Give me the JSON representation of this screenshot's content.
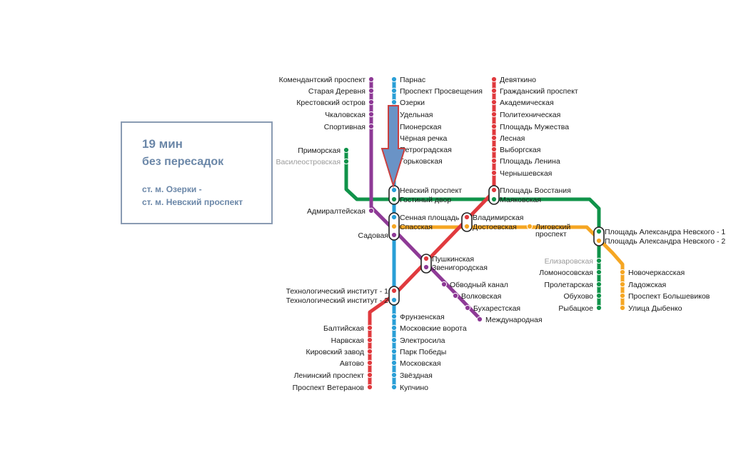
{
  "info": {
    "time": "19 мин",
    "transfers": "без пересадок",
    "from": "ст. м. Озерки -",
    "to": "ст. м. Невский проспект"
  },
  "colors": {
    "line1": "#e03a3e",
    "line2": "#2a9fd6",
    "line3": "#10934a",
    "line4": "#f5a623",
    "line5": "#8e3a96",
    "arrow_fill": "#6a93c6",
    "arrow_stroke": "#c94040"
  },
  "stations": {
    "komendantsky": "Комендантский проспект",
    "staraya_derevnya": "Старая Деревня",
    "krestovsky": "Крестовский остров",
    "chkalovskaya": "Чкаловская",
    "sportivnaya": "Спортивная",
    "admiralteyskaya": "Адмиралтейская",
    "sadovaya": "Садовая",
    "zvenigorodskaya": "Звенигородская",
    "obvodny": "Обводный канал",
    "volkovskaya": "Волковская",
    "bukharestskaya": "Бухарестская",
    "mezhdunarodnaya": "Международная",
    "parnas": "Парнас",
    "prosvescheniya": "Проспект Просвещения",
    "ozerki": "Озерки",
    "udelnaya": "Удельная",
    "pionerskaya": "Пионерская",
    "chernaya_rechka": "Чёрная речка",
    "petrogradskaya": "Петроградская",
    "gorkovskaya": "Горьковская",
    "nevsky": "Невский проспект",
    "sennaya": "Сенная площадь",
    "tekhnolog2": "Технологический институт - 2",
    "frunzenskaya": "Фрунзенская",
    "moskovskie_vorota": "Московские ворота",
    "elektrosila": "Электросила",
    "park_pobedy": "Парк Победы",
    "moskovskaya": "Московская",
    "zvezdnaya": "Звёздная",
    "kupchino": "Купчино",
    "devyatkino": "Девяткино",
    "grazhdansky": "Гражданский проспект",
    "akademicheskaya": "Академическая",
    "politekhnicheskaya": "Политехническая",
    "muzhestva": "Площадь Мужества",
    "lesnaya": "Лесная",
    "vyborgskaya": "Выборгская",
    "lenina": "Площадь Ленина",
    "chernyshevskaya": "Чернышевская",
    "vosstaniya": "Площадь Восстания",
    "vladimirskaya": "Владимирская",
    "pushkinskaya": "Пушкинская",
    "tekhnolog1": "Технологический институт - 1",
    "baltiyskaya": "Балтийская",
    "narvskaya": "Нарвская",
    "kirovsky_zavod": "Кировский завод",
    "avtovo": "Автово",
    "leninsky": "Ленинский проспект",
    "veteranov": "Проспект Ветеранов",
    "primorskaya": "Приморская",
    "vasileostrovskaya": "Василеостровская",
    "gostiny": "Гостиный двор",
    "mayakovskaya": "Маяковская",
    "nevsky1": "Площадь Александра Невского - 1",
    "elizarovskaya": "Елизаровская",
    "lomonosovskaya": "Ломоносовская",
    "proletarskaya": "Пролетарская",
    "obukhovo": "Обухово",
    "rybatskoe": "Рыбацкое",
    "spasskaya": "Спасская",
    "dostoevskaya": "Достоевская",
    "ligovsky_1": "Лиговский",
    "ligovsky_2": "проспект",
    "nevsky2": "Площадь Александра Невского - 2",
    "novocherkasskaya": "Новочеркасская",
    "ladozhskaya": "Ладожская",
    "bolshevikov": "Проспект Большевиков",
    "dybenko": "Улица Дыбенко"
  }
}
